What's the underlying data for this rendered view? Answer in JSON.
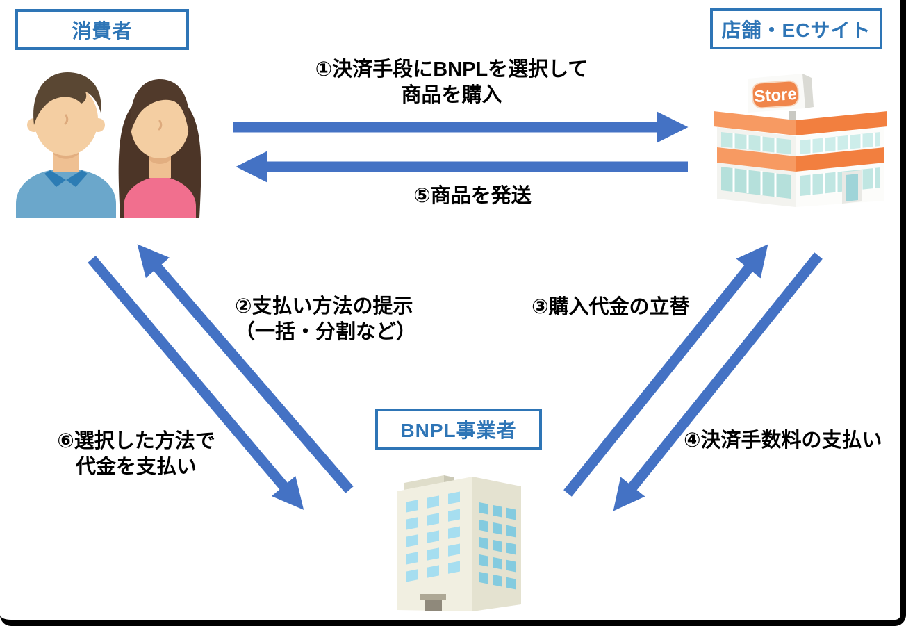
{
  "diagram": {
    "title_hint": "BNPL payment flow diagram",
    "nodes": {
      "consumer": {
        "label": "消費者"
      },
      "store": {
        "label": "店舗・ECサイト"
      },
      "bnpl": {
        "label": "BNPL事業者"
      }
    },
    "store_sign": "Store",
    "steps": [
      {
        "id": "1",
        "lines": [
          "①決済手段にBNPLを選択して",
          "商品を購入"
        ],
        "from": "consumer",
        "to": "store"
      },
      {
        "id": "2",
        "lines": [
          "②支払い方法の提示",
          "（一括・分割など）"
        ],
        "from": "bnpl",
        "to": "consumer"
      },
      {
        "id": "3",
        "lines": [
          "③購入代金の立替"
        ],
        "from": "bnpl",
        "to": "store"
      },
      {
        "id": "4",
        "lines": [
          "④決済手数料の支払い"
        ],
        "from": "store",
        "to": "bnpl"
      },
      {
        "id": "5",
        "lines": [
          "⑤商品を発送"
        ],
        "from": "store",
        "to": "consumer"
      },
      {
        "id": "6",
        "lines": [
          "⑥選択した方法で",
          "代金を支払い"
        ],
        "from": "consumer",
        "to": "bnpl"
      }
    ],
    "colors": {
      "arrow": "#4472C4",
      "node_border": "#2E75B6",
      "node_text": "#2E75B6",
      "step_text": "#000000",
      "store_orange": "#F27F3F",
      "store_orange_light": "#F79A62",
      "window_teal": "#C4E8E3",
      "building_cream": "#F1EFE1",
      "building_cream_side": "#E4E2D0",
      "window_blue": "#A6DEF0",
      "window_blue_side": "#84CBDF",
      "man_shirt": "#6BA7CB",
      "woman_shirt": "#F16F8E",
      "hair_brown": "#5A4733",
      "skin": "#F4CEA2"
    }
  }
}
